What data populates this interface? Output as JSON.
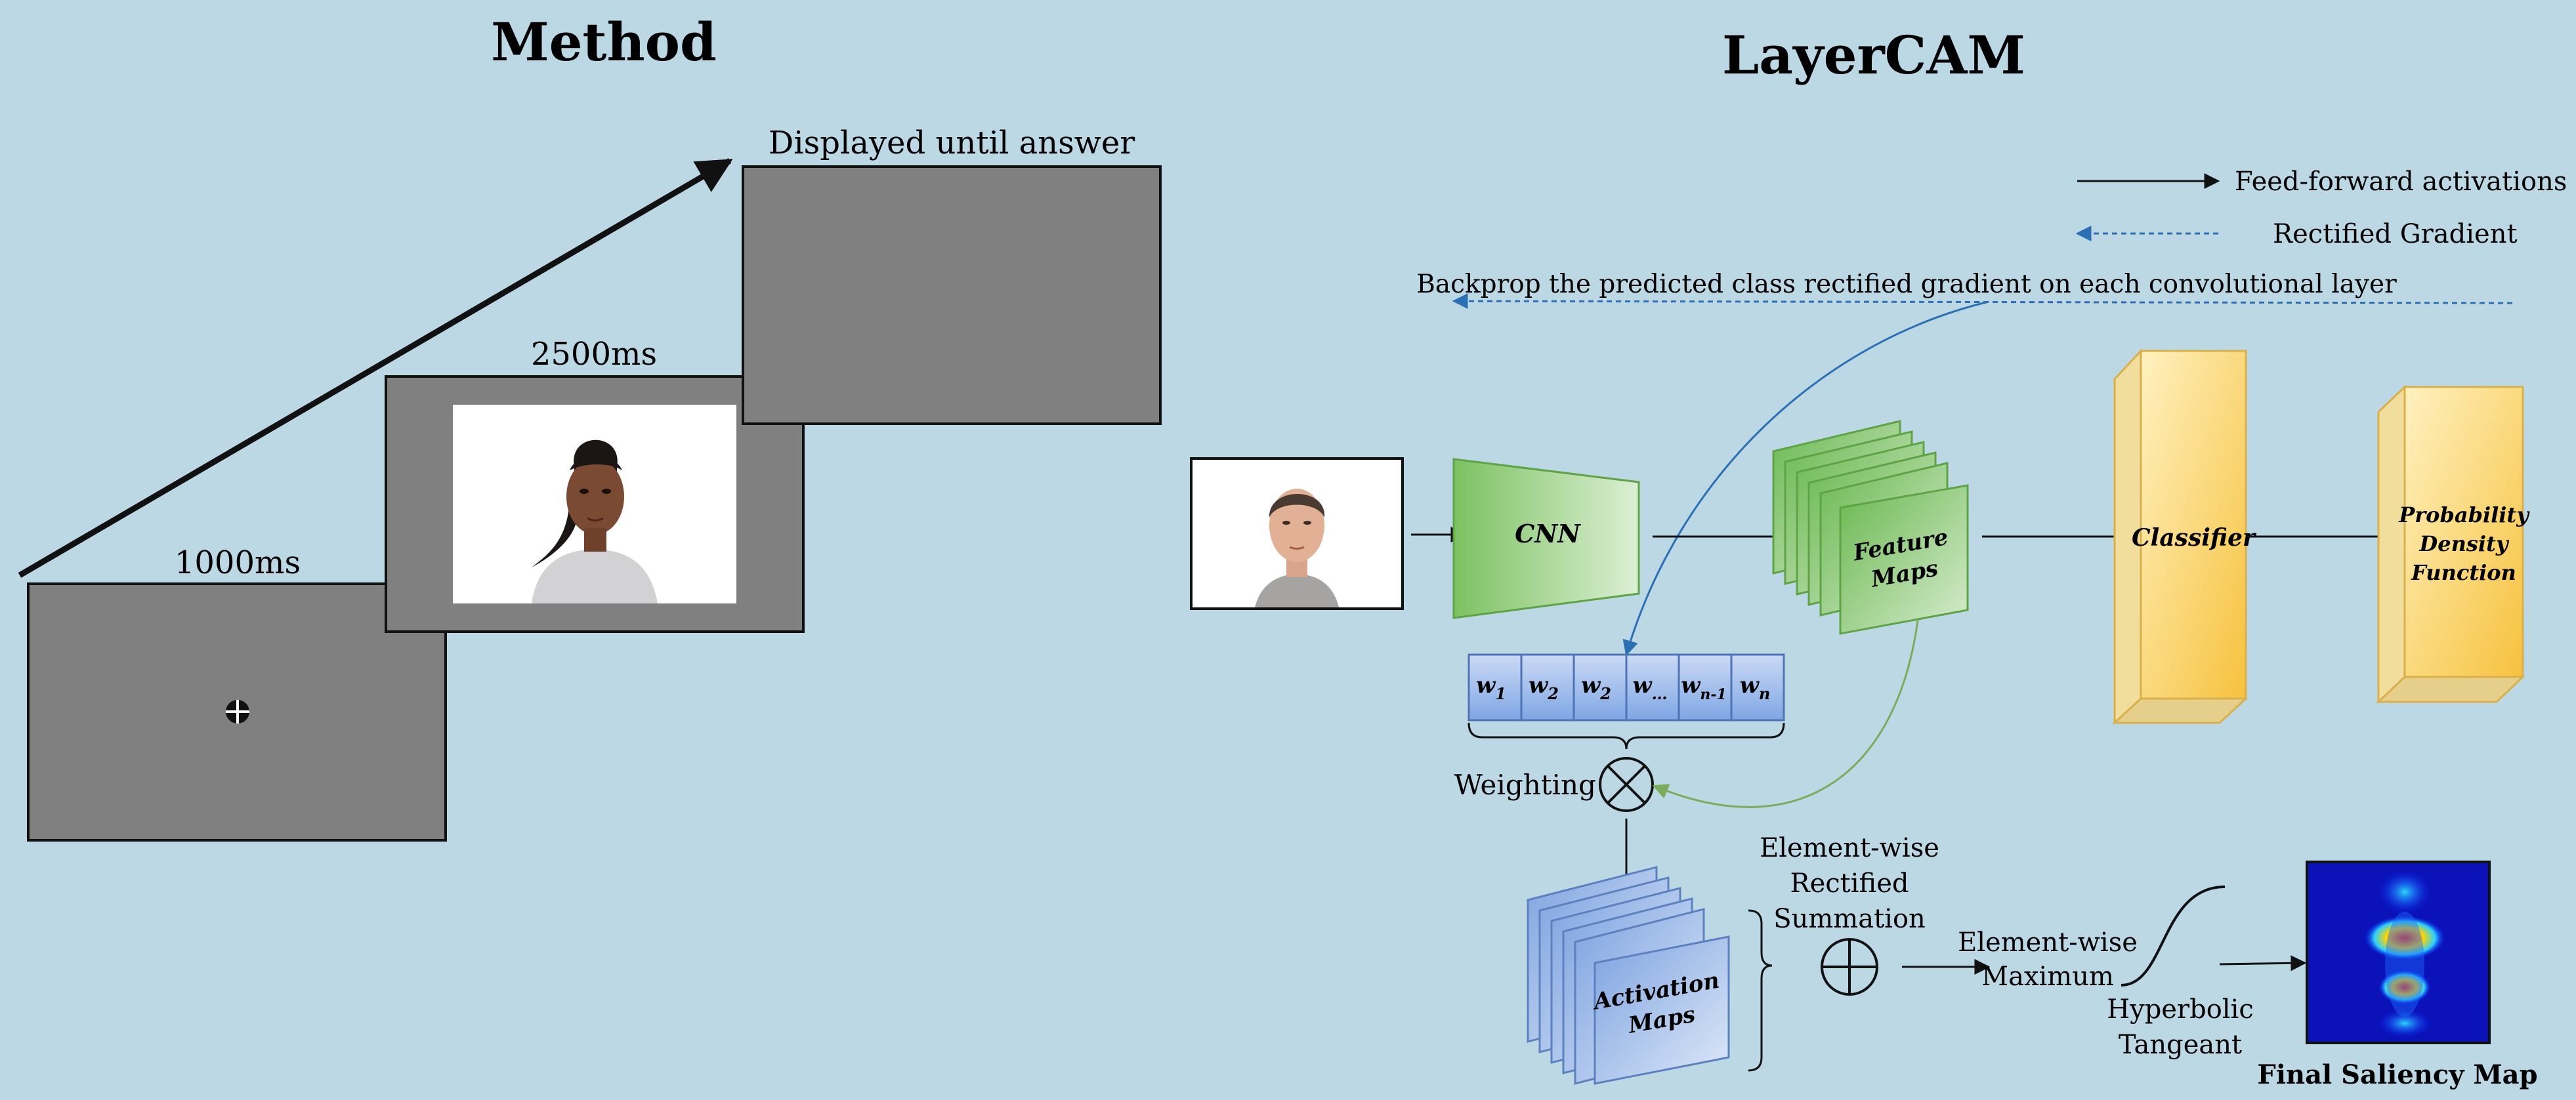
{
  "method": {
    "title": "Method",
    "label_fixation": "1000ms",
    "label_stimulus": "2500ms",
    "label_answer": "Displayed until answer"
  },
  "layercam": {
    "title": "LayerCAM",
    "legend": {
      "feedforward": "Feed-forward activations",
      "gradient": "Rectified Gradient"
    },
    "backprop_label": "Backprop the predicted class rectified gradient on each convolutional layer",
    "cnn": "CNN",
    "feature_maps": [
      "Feature",
      "Maps"
    ],
    "classifier": "Classifier",
    "pdf": [
      "Probability",
      "Density",
      "Function"
    ],
    "weights": [
      "w",
      "w",
      "w",
      "w",
      "w",
      "w"
    ],
    "weight_subs": [
      "1",
      "2",
      "2",
      "…",
      "n-1",
      "n"
    ],
    "weighting": "Weighting",
    "activation_maps": [
      "Activation",
      "Maps"
    ],
    "summation": [
      "Element-wise",
      "Rectified",
      "Summation"
    ],
    "maximum": [
      "Element-wise",
      "Maximum"
    ],
    "tangent": [
      "Hyperbolic",
      "Tangeant"
    ],
    "final": "Final Saliency Map"
  },
  "colors": {
    "background": "#bcd8e5",
    "screen": "#808080",
    "green": "#6ab850",
    "blue": "#7da3e0",
    "yellow": "#f7c84a",
    "gradient_arrow": "#2b6fb5",
    "green_arrow": "#7aac5c"
  }
}
